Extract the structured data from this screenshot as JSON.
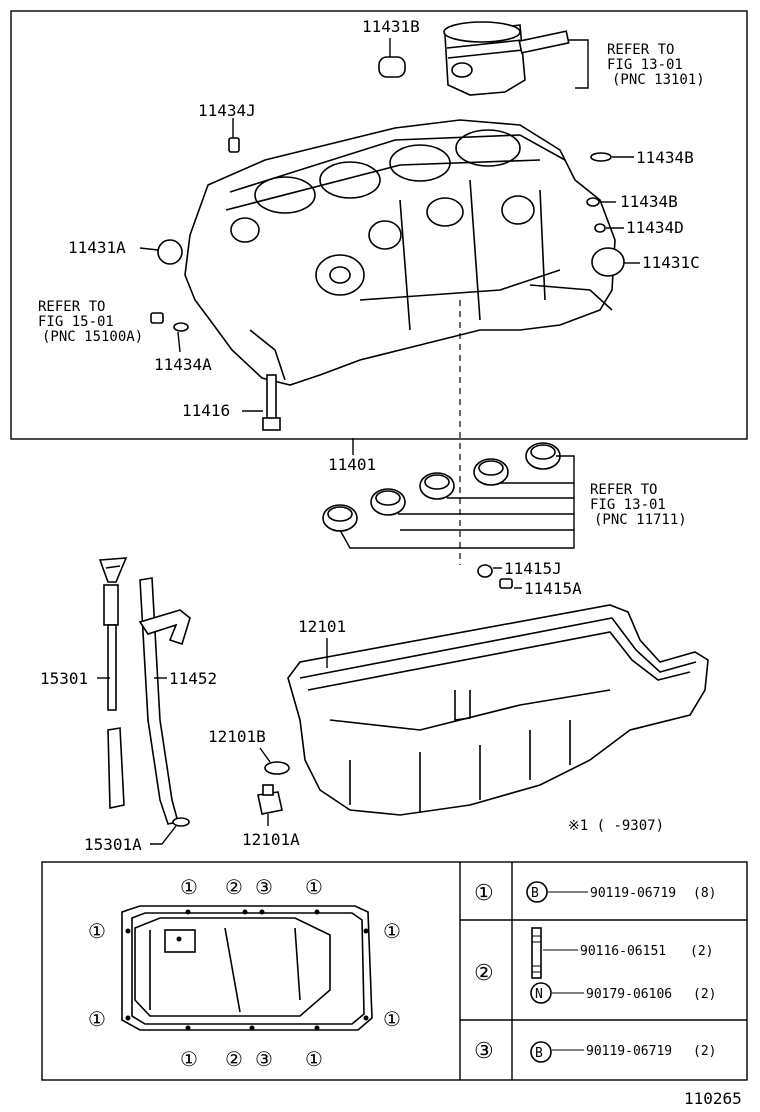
{
  "callouts": {
    "p11431B": "11431B",
    "p11434J": "11434J",
    "p11434B_1": "11434B",
    "p11434B_2": "11434B",
    "p11434D": "11434D",
    "p11431C": "11431C",
    "p11431A": "11431A",
    "p11434A": "11434A",
    "p11416": "11416",
    "p11401": "11401",
    "p11415J": "11415J",
    "p11415A": "11415A",
    "p12101": "12101",
    "p15301": "15301",
    "p11452": "11452",
    "p12101B": "12101B",
    "p12101A": "12101A",
    "p15301A": "15301A"
  },
  "refs": {
    "piston": [
      "REFER TO",
      "FIG 13-01",
      "(PNC 13101)"
    ],
    "oilpump": [
      "REFER TO",
      "FIG 15-01",
      "(PNC 15100A)"
    ],
    "bearing": [
      "REFER TO",
      "FIG 13-01",
      "(PNC 11711)"
    ]
  },
  "note": "※1 (     -9307)",
  "legend_markers": {
    "one": "①",
    "two": "②",
    "three": "③"
  },
  "fastener_table": [
    {
      "key": "①",
      "symbol": "B",
      "part": "90119-06719",
      "qty": "(8)"
    },
    {
      "key": "②",
      "symbol": "",
      "part": "90116-06151",
      "qty": "(2)"
    },
    {
      "key": "②",
      "symbol": "N",
      "part": "90179-06106",
      "qty": "(2)"
    },
    {
      "key": "③",
      "symbol": "B",
      "part": "90119-06719",
      "qty": "(2)"
    }
  ],
  "figure_number": "110265"
}
